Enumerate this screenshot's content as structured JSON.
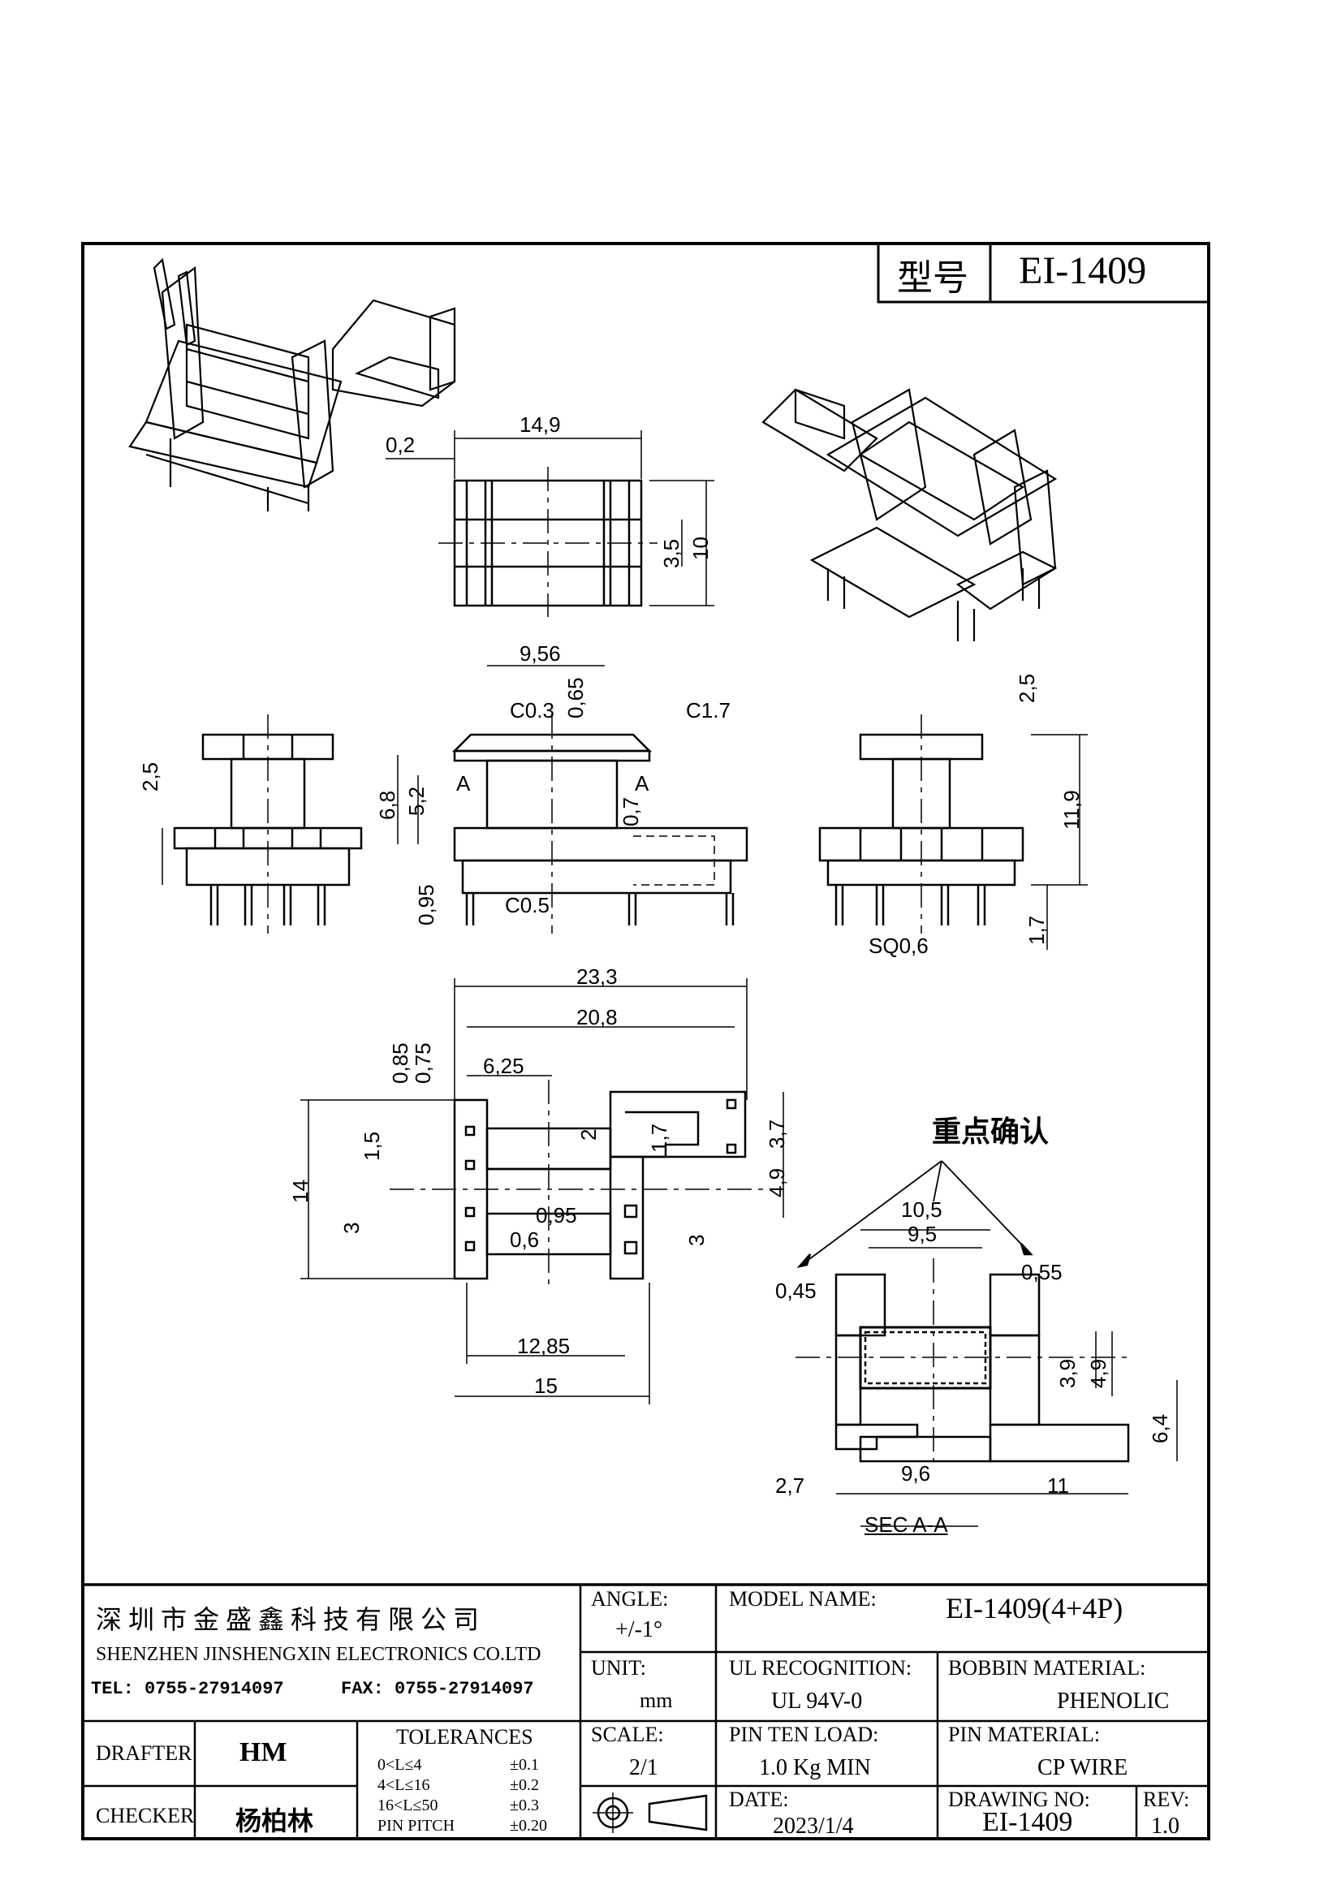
{
  "header": {
    "type_label": "型号",
    "model_code": "EI-1409"
  },
  "dims_top_view": {
    "d_14_9": "14,9",
    "d_0_2": "0,2",
    "d_3_5": "3,5",
    "d_10": "10"
  },
  "dims_front_view": {
    "d_9_56": "9,56",
    "d_0_65": "0,65",
    "c0_3": "C0.3",
    "c1_7": "C1.7",
    "d_6_8": "6,8",
    "d_5_2": "5,2",
    "sec_a_left": "A",
    "sec_a_right": "A",
    "d_0_7": "0,7",
    "d_0_95": "0,95",
    "c0_5": "C0.5"
  },
  "dims_left_view": {
    "d_2_5": "2,5"
  },
  "dims_right_view": {
    "d_2_5": "2,5",
    "d_11_9": "11,9",
    "d_1_7": "1,7",
    "sq0_6": "SQ0,6"
  },
  "dims_bottom_view": {
    "d_23_3": "23,3",
    "d_20_8": "20,8",
    "d_0_85": "0,85",
    "d_0_75": "0,75",
    "d_6_25": "6,25",
    "d_1_5": "1,5",
    "d_14": "14",
    "d_3_left": "3",
    "d_2": "2",
    "d_1_7": "1,7",
    "d_3_7": "3,7",
    "d_4_9": "4,9",
    "d_0_95": "0,95",
    "d_0_6": "0,6",
    "d_3_right": "3",
    "d_12_85": "12,85",
    "d_15": "15"
  },
  "section": {
    "title": "重点确认",
    "d_10_5": "10,5",
    "d_9_5": "9,5",
    "d_0_45": "0,45",
    "d_0_55": "0,55",
    "d_3_9": "3,9",
    "d_4_9": "4,9",
    "d_6_4": "6,4",
    "d_2_7": "2,7",
    "d_9_6": "9,6",
    "d_11": "11",
    "label": "SEC A-A"
  },
  "title_block": {
    "company_cn": "深圳市金盛鑫科技有限公司",
    "company_en": "SHENZHEN JINSHENGXIN ELECTRONICS CO.LTD",
    "tel": "TEL: 0755-27914097",
    "fax": "FAX: 0755-27914097",
    "angle_label": "ANGLE:",
    "angle_value": "+/-1°",
    "model_name_label": "MODEL NAME:",
    "model_name_value": "EI-1409(4+4P)",
    "unit_label": "UNIT:",
    "unit_value": "mm",
    "ul_label": "UL RECOGNITION:",
    "ul_value": "UL 94V-0",
    "bobbin_label": "BOBBIN MATERIAL:",
    "bobbin_value": "PHENOLIC",
    "drafter_label": "DRAFTER",
    "drafter_value": "HM",
    "tolerances_label": "TOLERANCES",
    "tolerances": [
      {
        "range": "0<L≤4",
        "value": "±0.1"
      },
      {
        "range": "4<L≤16",
        "value": "±0.2"
      },
      {
        "range": "16<L≤50",
        "value": "±0.3"
      },
      {
        "range": "PIN PITCH",
        "value": "±0.20"
      }
    ],
    "scale_label": "SCALE:",
    "scale_value": "2/1",
    "pin_load_label": "PIN TEN LOAD:",
    "pin_load_value": "1.0 Kg MIN",
    "pin_material_label": "PIN MATERIAL:",
    "pin_material_value": "CP WIRE",
    "checker_label": "CHECKER",
    "checker_value": "杨柏林",
    "date_label": "DATE:",
    "date_value": "2023/1/4",
    "drawing_no_label": "DRAWING NO:",
    "drawing_no_value": "EI-1409",
    "rev_label": "REV:",
    "rev_value": "1.0"
  }
}
